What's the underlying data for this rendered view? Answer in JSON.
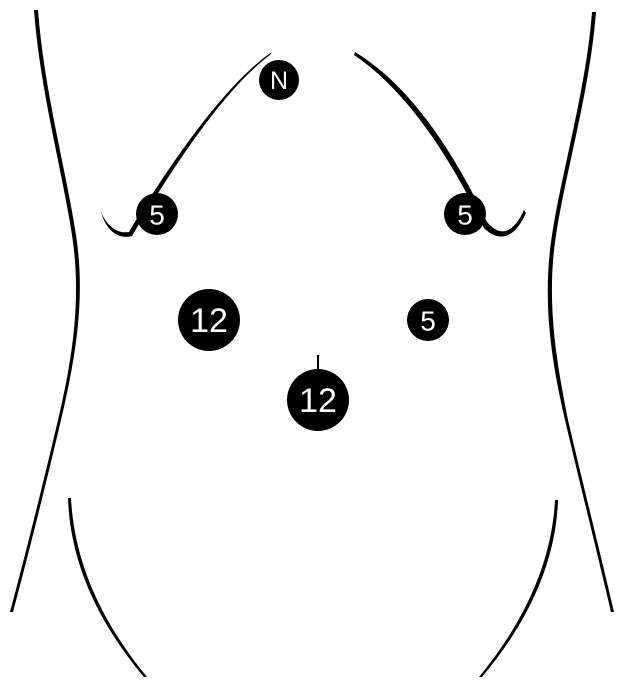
{
  "diagram": {
    "colors": {
      "port_fill": "#000000",
      "label": "#ffffff",
      "outline": "#000000",
      "background": "#ffffff"
    },
    "ports": [
      {
        "id": "nathanson",
        "label": "N"
      },
      {
        "id": "right-subcostal",
        "label": "5"
      },
      {
        "id": "left-subcostal",
        "label": "5"
      },
      {
        "id": "right-mid",
        "label": "12"
      },
      {
        "id": "left-mid",
        "label": "5"
      },
      {
        "id": "umbilical",
        "label": "12"
      }
    ]
  }
}
